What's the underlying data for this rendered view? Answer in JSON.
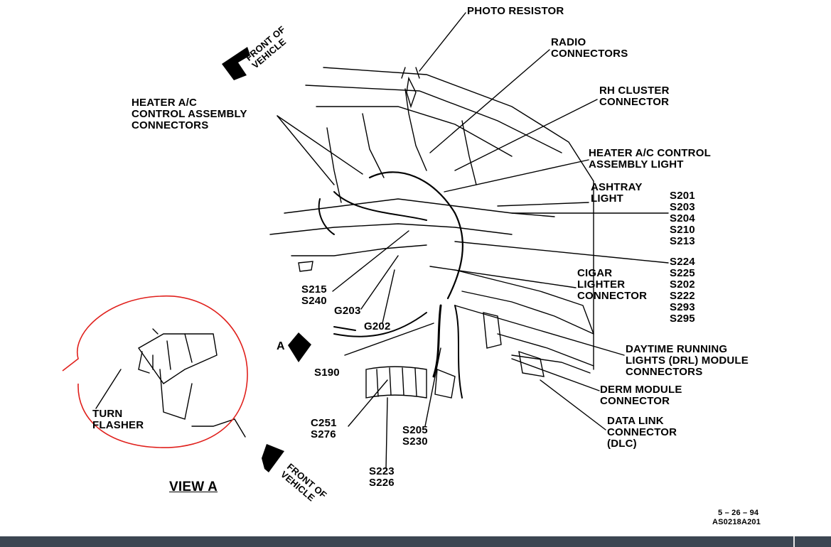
{
  "labels": {
    "photo_resistor": "PHOTO RESISTOR",
    "radio_connectors": "RADIO\nCONNECTORS",
    "rh_cluster": "RH CLUSTER\nCONNECTOR",
    "heater_ac_light": "HEATER A/C CONTROL\nASSEMBLY LIGHT",
    "ashtray_light": "ASHTRAY\nLIGHT",
    "heater_ac_connectors": "HEATER A/C\nCONTROL ASSEMBLY\nCONNECTORS",
    "splices_group_1": "S201\nS203\nS204\nS210\nS213",
    "splices_group_2": "S224\nS225\nS202\nS222\nS293\nS295",
    "cigar_lighter": "CIGAR\nLIGHTER\nCONNECTOR",
    "s215_s240": "S215\nS240",
    "g203": "G203",
    "g202": "G202",
    "s190": "S190",
    "drl_module": "DAYTIME RUNNING\nLIGHTS (DRL) MODULE\nCONNECTORS",
    "derm_module": "DERM MODULE\nCONNECTOR",
    "data_link": "DATA LINK\nCONNECTOR\n(DLC)",
    "c251_s276": "C251\nS276",
    "s205_s230": "S205\nS230",
    "s223_s226": "S223\nS226",
    "front_of_vehicle_top": "FRONT OF\nVEHICLE",
    "front_of_vehicle_bottom": "FRONT OF\nVEHICLE",
    "view_a_marker": "A",
    "turn_flasher": "TURN\nFLASHER",
    "view_a_title": "VIEW A",
    "date_code": "5 – 26 – 94",
    "figure_id": "AS0218A201"
  },
  "annotation_color": "#e0201c"
}
